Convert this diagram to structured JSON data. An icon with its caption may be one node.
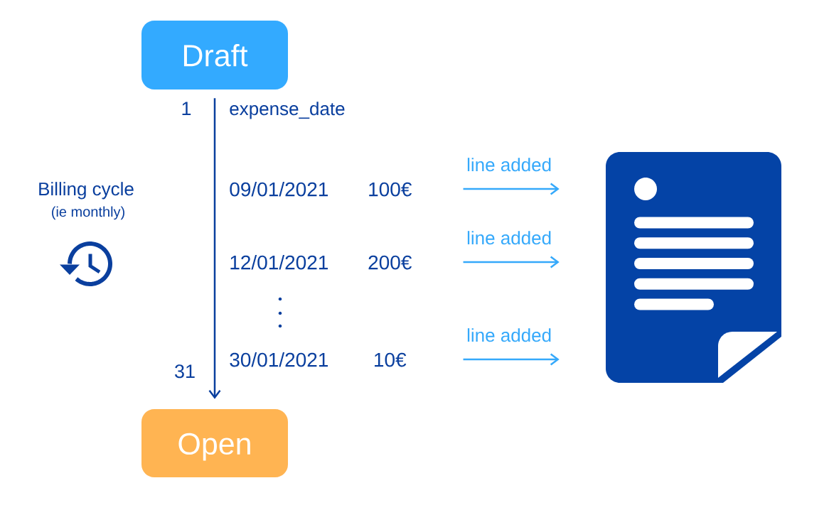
{
  "diagram": {
    "nodes": [
      {
        "text": [
          "Draft"
        ]
      },
      {
        "text": [
          "09/01/2021",
          "100€"
        ]
      },
      {
        "text": [
          "12/01/2021",
          "200€"
        ]
      },
      {
        "text": [
          "30/01/2021",
          "10€"
        ]
      },
      {
        "text": [
          "Open"
        ]
      },
      {
        "text": [],
        "shape": "picture"
      }
    ],
    "edges": [
      {
        "from": 0,
        "to": 4,
        "arrow": "to",
        "color": "#0a3f9e"
      },
      {
        "from": 1,
        "to": 5,
        "arrow": "to",
        "label": "line added"
      },
      {
        "from": 2,
        "to": 5,
        "arrow": "to",
        "label": "line added"
      },
      {
        "from": 3,
        "to": 5,
        "arrow": "to",
        "label": "line added"
      }
    ],
    "labels": [
      "1",
      "expense_date",
      "Billing cycle",
      "(ie monthly)",
      "31"
    ]
  }
}
